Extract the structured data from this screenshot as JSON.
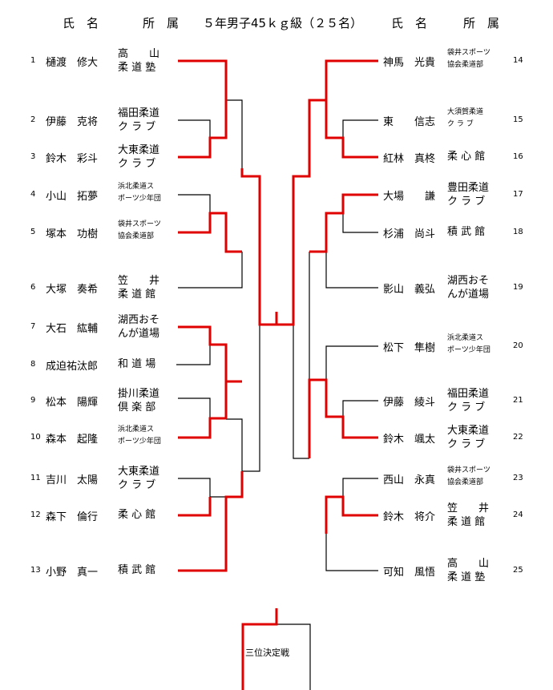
{
  "header": {
    "left_name": "氏　名",
    "left_aff": "所　属",
    "title": "５年男子45ｋｇ級（２５名）",
    "right_name": "氏　名",
    "right_aff": "所　属"
  },
  "left_players": [
    {
      "num": "1",
      "name": "樋渡　修大",
      "aff1": "高　　山",
      "aff2": "柔 道 塾",
      "small": false
    },
    {
      "num": "2",
      "name": "伊藤　克将",
      "aff1": "福田柔道",
      "aff2": "ク ラ ブ",
      "small": false
    },
    {
      "num": "3",
      "name": "鈴木　彩斗",
      "aff1": "大東柔道",
      "aff2": "ク ラ ブ",
      "small": false
    },
    {
      "num": "4",
      "name": "小山　拓夢",
      "aff1": "浜北柔道ス",
      "aff2": "ポーツ少年団",
      "small": true
    },
    {
      "num": "5",
      "name": "塚本　功樹",
      "aff1": "袋井スポーツ",
      "aff2": "協会柔道部",
      "small": true
    },
    {
      "num": "6",
      "name": "大塚　奏希",
      "aff1": "笠　　井",
      "aff2": "柔 道 館",
      "small": false
    },
    {
      "num": "7",
      "name": "大石　紘輔",
      "aff1": "湖西おそ",
      "aff2": "んが道場",
      "small": false
    },
    {
      "num": "8",
      "name": "成迫祐汰郎",
      "aff1": "和 道 場",
      "aff2": "",
      "small": false
    },
    {
      "num": "9",
      "name": "松本　陽輝",
      "aff1": "掛川柔道",
      "aff2": "倶 楽 部",
      "small": false
    },
    {
      "num": "10",
      "name": "森本　起隆",
      "aff1": "浜北柔道ス",
      "aff2": "ポーツ少年団",
      "small": true
    },
    {
      "num": "11",
      "name": "吉川　太陽",
      "aff1": "大東柔道",
      "aff2": "ク ラ ブ",
      "small": false
    },
    {
      "num": "12",
      "name": "森下　倫行",
      "aff1": "柔 心 館",
      "aff2": "",
      "small": false
    },
    {
      "num": "13",
      "name": "小野　真一",
      "aff1": "積 武 館",
      "aff2": "",
      "small": false
    }
  ],
  "right_players": [
    {
      "num": "14",
      "name": "神馬　光貴",
      "aff1": "袋井スポーツ",
      "aff2": "協会柔道部",
      "small": true
    },
    {
      "num": "15",
      "name": "東　　信志",
      "aff1": "大須賀柔道",
      "aff2": "ク ラ ブ",
      "small": true
    },
    {
      "num": "16",
      "name": "紅林　真柊",
      "aff1": "柔 心 館",
      "aff2": "",
      "small": false
    },
    {
      "num": "17",
      "name": "大場　　謙",
      "aff1": "豊田柔道",
      "aff2": "ク ラ ブ",
      "small": false
    },
    {
      "num": "18",
      "name": "杉浦　尚斗",
      "aff1": "積 武 館",
      "aff2": "",
      "small": false
    },
    {
      "num": "19",
      "name": "影山　義弘",
      "aff1": "湖西おそ",
      "aff2": "んが道場",
      "small": false
    },
    {
      "num": "20",
      "name": "松下　隼樹",
      "aff1": "浜北柔道ス",
      "aff2": "ポーツ少年団",
      "small": true
    },
    {
      "num": "21",
      "name": "伊藤　綾斗",
      "aff1": "福田柔道",
      "aff2": "ク ラ ブ",
      "small": false
    },
    {
      "num": "22",
      "name": "鈴木　颯太",
      "aff1": "大東柔道",
      "aff2": "ク ラ ブ",
      "small": false
    },
    {
      "num": "23",
      "name": "西山　永真",
      "aff1": "袋井スポーツ",
      "aff2": "協会柔道部",
      "small": true
    },
    {
      "num": "24",
      "name": "鈴木　将介",
      "aff1": "笠　　井",
      "aff2": "柔 道 館",
      "small": false
    },
    {
      "num": "25",
      "name": "可知　風悟",
      "aff1": "高　　山",
      "aff2": "柔 道 塾",
      "small": false
    }
  ],
  "third_place_label": "三位決定戦",
  "colors": {
    "winner_line": "#e00000",
    "line": "#000000"
  }
}
